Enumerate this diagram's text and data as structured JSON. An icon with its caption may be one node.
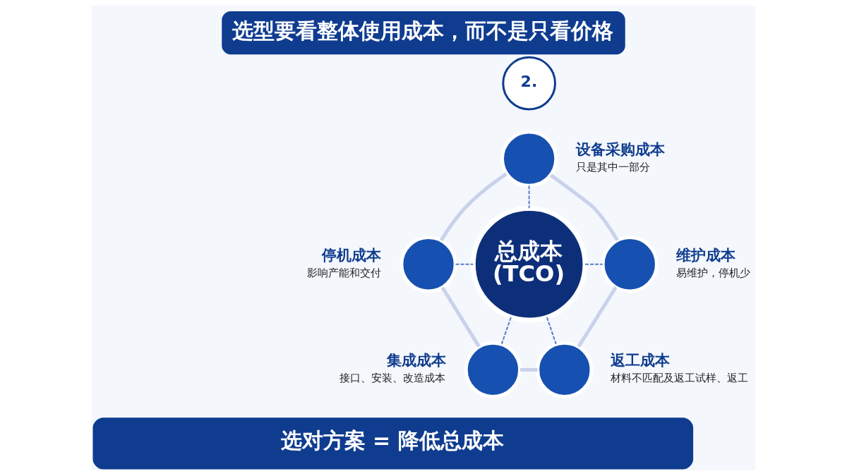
{
  "diagram": {
    "title": "选型要看整体使用成本，而不是只看价格",
    "nodes": [
      {
        "text": [
          "2."
        ]
      },
      {
        "text": [],
        "shape": "circle",
        "beside": [
          "设备采购成本",
          "只是其中一部分"
        ]
      },
      {
        "text": [],
        "shape": "circle",
        "beside": [
          "停机成本",
          "影响产能和交付"
        ]
      },
      {
        "text": [
          "总成本 (TCO)"
        ]
      },
      {
        "text": [],
        "shape": "circle",
        "beside": [
          "维护成本",
          "易维护，停机少"
        ]
      },
      {
        "text": [],
        "shape": "circle",
        "beside": [
          "集成成本",
          "接口、安装、改造成本"
        ]
      },
      {
        "text": [],
        "shape": "circle",
        "beside": [
          "返工成本",
          "材料不匹配及返工试样、返工"
        ]
      },
      {
        "text": [
          "选对方案 = 降低总成本"
        ]
      }
    ],
    "edges": [
      {
        "from": 1,
        "to": 3,
        "arrow": "none",
        "style": "dashed"
      },
      {
        "from": 2,
        "to": 3,
        "arrow": "none",
        "style": "dashed"
      },
      {
        "from": 3,
        "to": 4,
        "arrow": "none",
        "style": "dashed"
      },
      {
        "from": 3,
        "to": 5,
        "arrow": "none",
        "style": "dashed"
      },
      {
        "from": 3,
        "to": 6,
        "arrow": "none",
        "style": "dashed"
      },
      {
        "from": 1,
        "to": 2,
        "arrow": "none",
        "style": "thick",
        "color": "#c8d2ea"
      },
      {
        "from": 1,
        "to": 4,
        "arrow": "none",
        "style": "thick",
        "color": "#c8d2ea"
      },
      {
        "from": 2,
        "to": 5,
        "arrow": "none",
        "style": "thick",
        "color": "#c8d2ea"
      },
      {
        "from": 4,
        "to": 6,
        "arrow": "none",
        "style": "thick",
        "color": "#c8d2ea"
      },
      {
        "from": 5,
        "to": 6,
        "arrow": "none",
        "style": "thick",
        "color": "#c8d2ea"
      }
    ]
  }
}
